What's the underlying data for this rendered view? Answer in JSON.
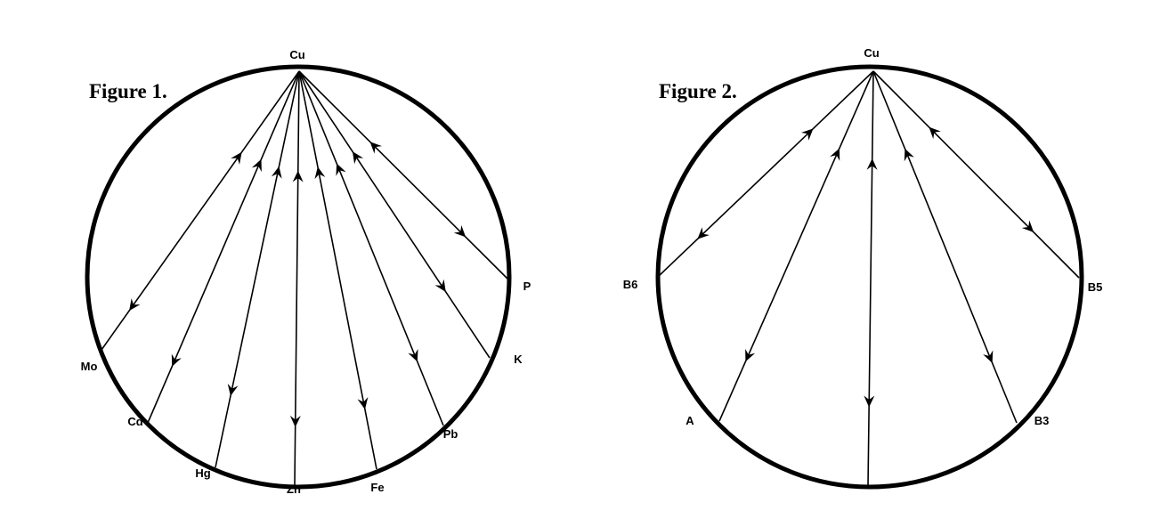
{
  "figure1": {
    "title": "Figure 1.",
    "source": "Cu",
    "targets": [
      {
        "label": "Mo",
        "bidirectional": true
      },
      {
        "label": "Cd",
        "bidirectional": true
      },
      {
        "label": "Hg",
        "bidirectional": true
      },
      {
        "label": "Zn",
        "bidirectional": true
      },
      {
        "label": "Fe",
        "bidirectional": true
      },
      {
        "label": "Pb",
        "bidirectional": true
      },
      {
        "label": "K",
        "bidirectional": true
      },
      {
        "label": "P",
        "bidirectional": true
      }
    ]
  },
  "figure2": {
    "title": "Figure 2.",
    "source": "Cu",
    "targets": [
      {
        "label": "B6",
        "bidirectional": true
      },
      {
        "label": "A",
        "bidirectional": true
      },
      {
        "label": "",
        "bidirectional": true
      },
      {
        "label": "B3",
        "bidirectional": true
      },
      {
        "label": "B5",
        "bidirectional": true
      }
    ]
  }
}
